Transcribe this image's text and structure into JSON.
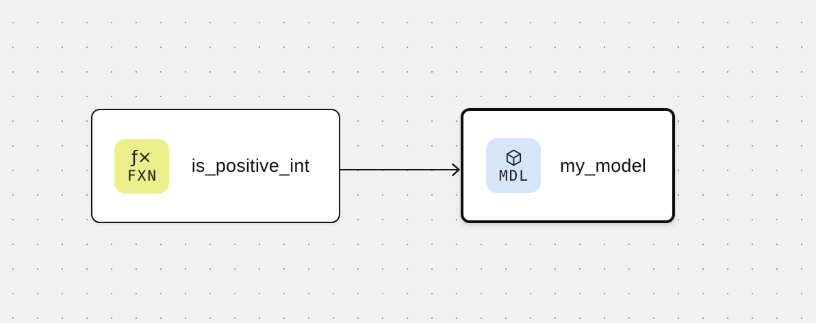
{
  "canvas": {
    "background_color": "#f1f1f2",
    "dot_color": "#9a9a9a"
  },
  "nodes": [
    {
      "type": "function",
      "label": "is_positive_int",
      "badge_code": "FXN",
      "badge_glyph": "ƒ×",
      "badge_color": "#ecef8c",
      "selected": false
    },
    {
      "type": "model",
      "label": "my_model",
      "badge_code": "MDL",
      "badge_icon": "cube-icon",
      "badge_color": "#d6e6f8",
      "selected": true
    }
  ],
  "edge": {
    "from": "is_positive_int",
    "to": "my_model",
    "direction": "right",
    "color": "#111111"
  }
}
